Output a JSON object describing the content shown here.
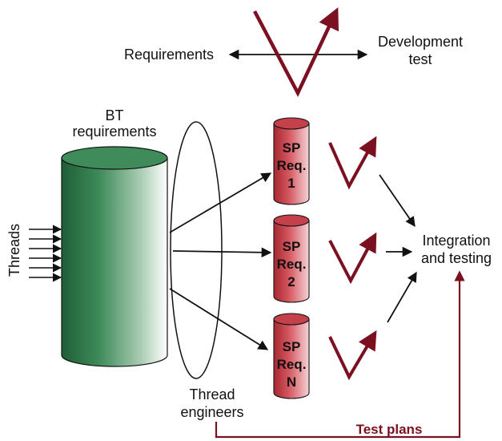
{
  "colors": {
    "accent": "#7a1020",
    "bt_cylinder": "#2f7a4a",
    "sp_cylinder": "#c8424e",
    "ink": "#111111"
  },
  "top": {
    "requirements": "Requirements",
    "development_test_line1": "Development",
    "development_test_line2": "test"
  },
  "bt": {
    "label_line1": "BT",
    "label_line2": "requirements",
    "threads_label": "Threads",
    "thread_arrow_count": 6
  },
  "thread_engineers": {
    "line1": "Thread",
    "line2": "engineers"
  },
  "sp_requirements": [
    {
      "line1": "SP",
      "line2": "Req.",
      "line3": "1"
    },
    {
      "line1": "SP",
      "line2": "Req.",
      "line3": "2"
    },
    {
      "line1": "SP",
      "line2": "Req.",
      "line3": "N"
    }
  ],
  "integration": {
    "line1": "Integration",
    "line2": "and testing"
  },
  "test_plans": "Test plans"
}
